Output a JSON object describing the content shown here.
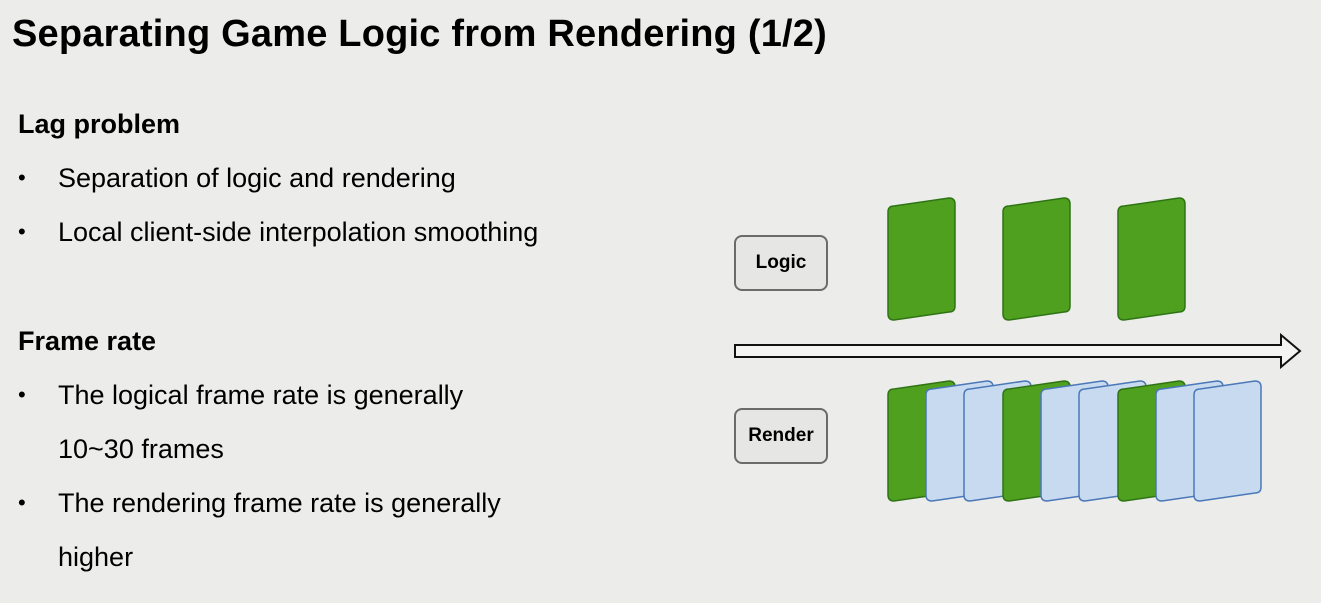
{
  "title": "Separating Game Logic from Rendering (1/2)",
  "sections": [
    {
      "heading": "Lag problem",
      "bullets": [
        "Separation of logic and rendering",
        "Local client-side interpolation smoothing"
      ]
    },
    {
      "heading": "Frame rate",
      "bullets": [
        "The logical frame rate is generally",
        "10~30 frames",
        "The rendering frame rate is generally",
        "higher"
      ]
    }
  ],
  "diagram": {
    "logic_label": "Logic",
    "render_label": "Render",
    "logic_frame_count": 3,
    "render_frames_per_logic_frame": 3,
    "colors": {
      "logic_frame_fill": "#4fa01f",
      "logic_frame_stroke": "#2f7414",
      "render_frame_fill": "#c8daf0",
      "render_frame_stroke": "#4a78b8",
      "arrow_fill": "#f4f4f2",
      "arrow_stroke": "#111111"
    }
  },
  "bullet_symbol": "•"
}
